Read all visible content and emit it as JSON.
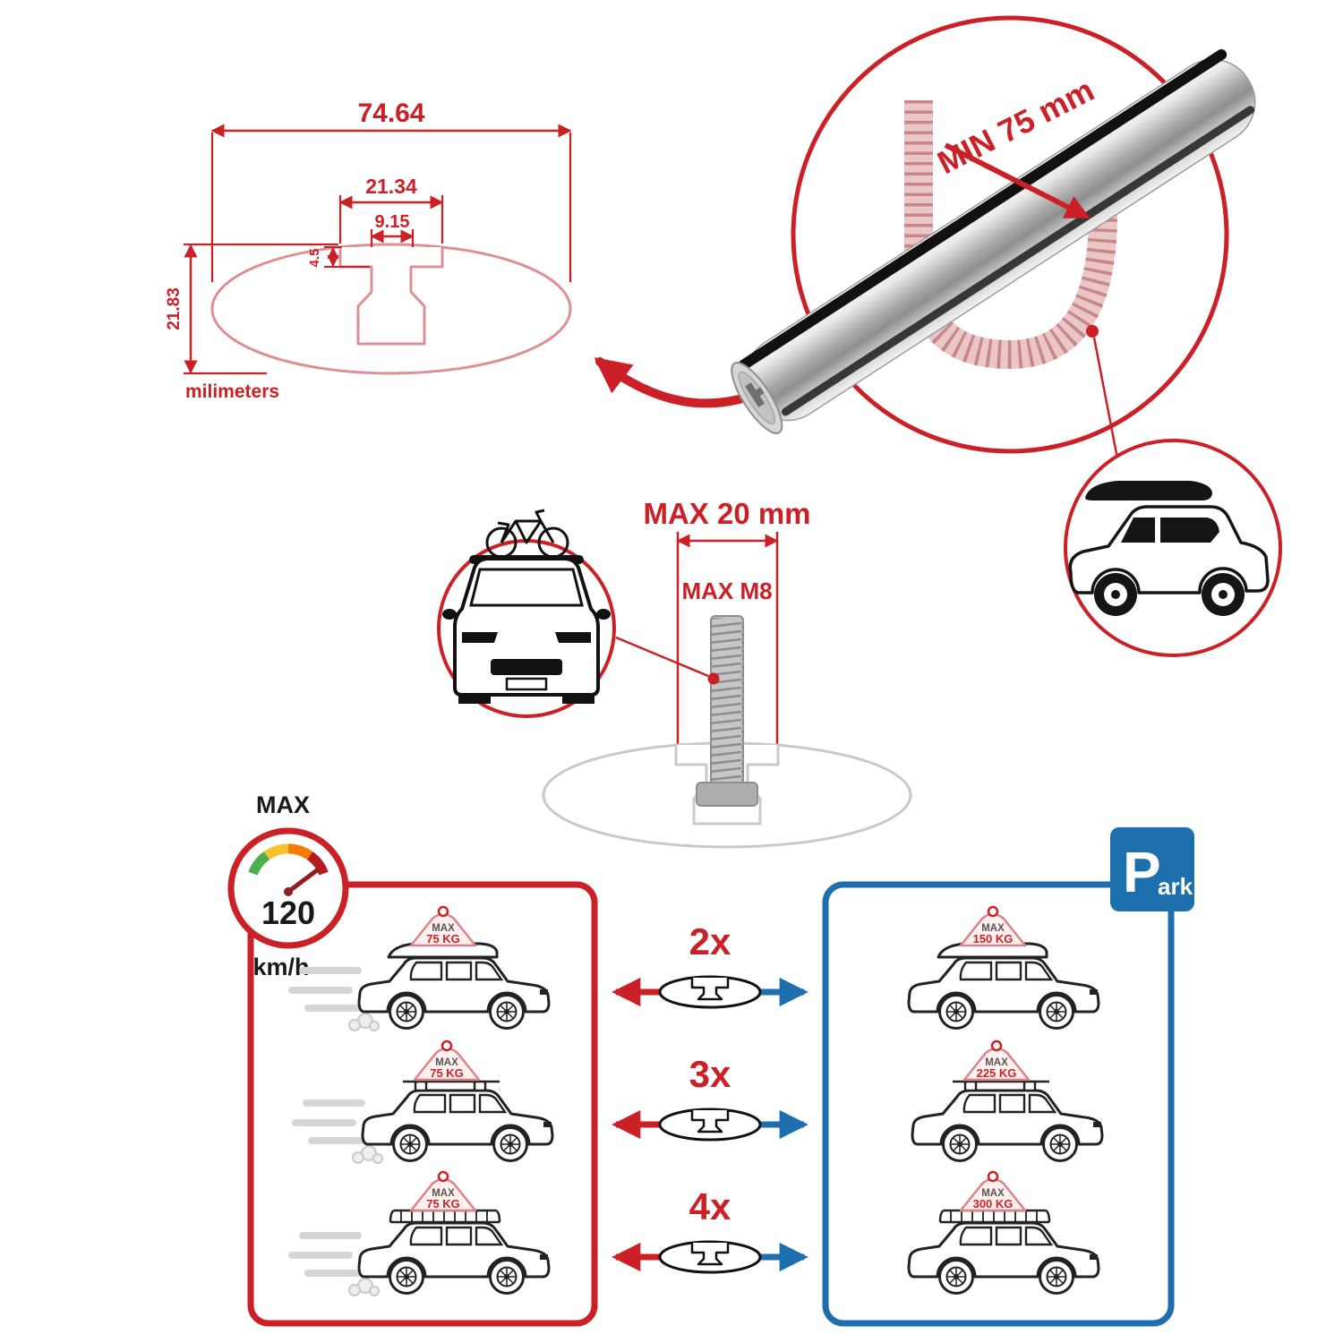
{
  "colors": {
    "red": "#cc2027",
    "blue": "#1d6fad",
    "light_red": "#dc9094",
    "gray_ghost": "#c9c9c9"
  },
  "profile_drawing": {
    "dim_total_width": "74.64",
    "dim_channel_width": "21.34",
    "dim_slot_width": "9.15",
    "dim_lip_depth": "4.5",
    "dim_total_height": "21.83",
    "unit_label": "milimeters"
  },
  "bar_view": {
    "min_clamp_label": "MIN 75 mm"
  },
  "bolt_view": {
    "max_width_label": "MAX 20 mm",
    "max_thread_label": "MAX M8"
  },
  "speedometer": {
    "max_label": "MAX",
    "value": "120",
    "unit": "km/h"
  },
  "park_sign": {
    "letter": "P",
    "suffix": "ark"
  },
  "comparison_rows": [
    {
      "count": "2x",
      "drive_tag_top": "MAX",
      "drive_tag_bottom": "75 KG",
      "park_tag_top": "MAX",
      "park_tag_bottom": "150 KG"
    },
    {
      "count": "3x",
      "drive_tag_top": "MAX",
      "drive_tag_bottom": "75 KG",
      "park_tag_top": "MAX",
      "park_tag_bottom": "225 KG"
    },
    {
      "count": "4x",
      "drive_tag_top": "MAX",
      "drive_tag_bottom": "75 KG",
      "park_tag_top": "MAX",
      "park_tag_bottom": "300 KG"
    }
  ]
}
